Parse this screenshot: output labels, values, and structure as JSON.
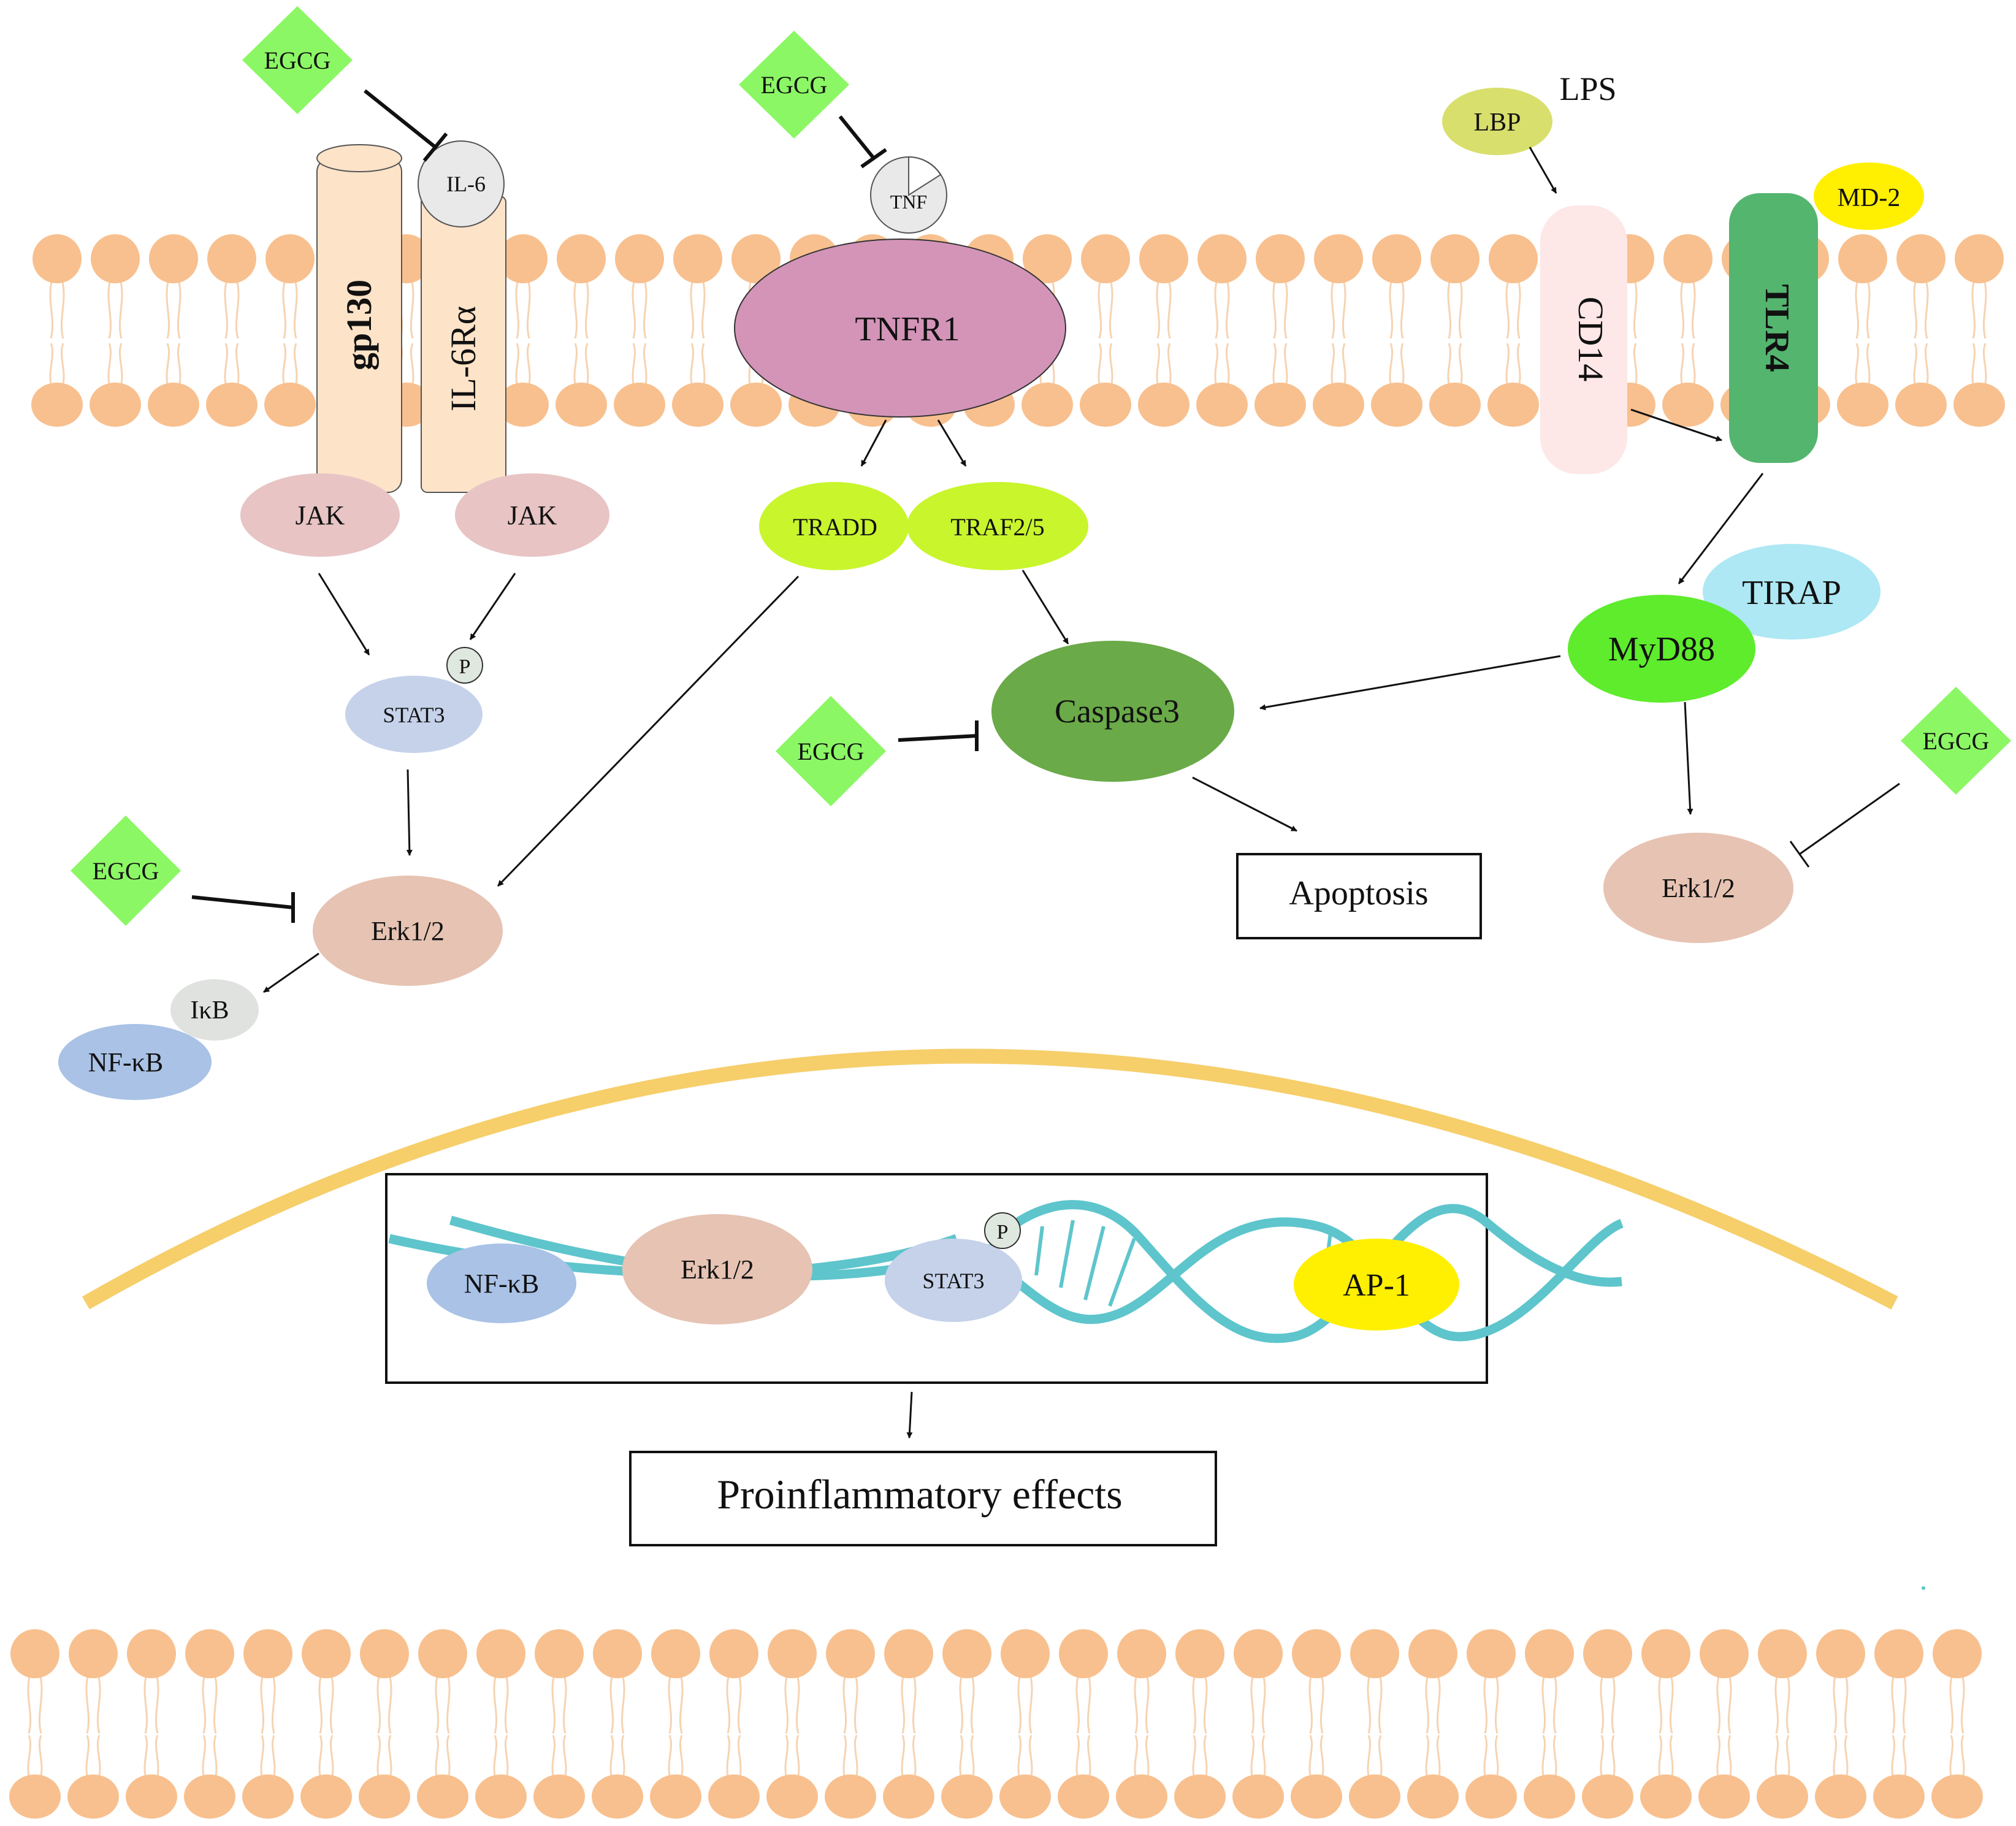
{
  "labels": {
    "egcg": "EGCG",
    "il6": "IL-6",
    "gp130": "gp130",
    "il6ra": "IL-6Rα",
    "jak": "JAK",
    "p": "P",
    "stat3": "STAT3",
    "erk": "Erk1/2",
    "ikb": "IκB",
    "nfkb": "NF-κB",
    "tnf": "TNF",
    "tnfr1": "TNFR1",
    "tradd": "TRADD",
    "traf": "TRAF2/5",
    "caspase3": "Caspase3",
    "apoptosis": "Apoptosis",
    "lps": "LPS",
    "lbp": "LBP",
    "md2": "MD-2",
    "cd14": "CD14",
    "tlr4": "TLR4",
    "tirap": "TIRAP",
    "myd88": "MyD88",
    "ap1": "AP-1",
    "proinflammatory": "Proinflammatory effects"
  },
  "colors": {
    "lipid": "#f8c08e",
    "lipid_tail": "#f6d3b2",
    "receptor_gp130": "#fde3c8",
    "jak": "#e8c4c4",
    "stat3": "#c5d2ea",
    "erk": "#e6c3b3",
    "nfkb": "#a9c2e6",
    "ikb": "#e0e2e0",
    "egcg": "#8cf765",
    "tnfr1": "#d394b8",
    "tradd": "#c8f52c",
    "caspase3": "#6aaa48",
    "lbp": "#d8df6c",
    "md2": "#ffef00",
    "cd14": "#fde7e7",
    "tlr4": "#54b56f",
    "tirap": "#ade8f4",
    "myd88": "#5eec2c",
    "ap1": "#ffef00",
    "nucleus": "#f6ce6a",
    "dna": "#5ec5cc"
  }
}
